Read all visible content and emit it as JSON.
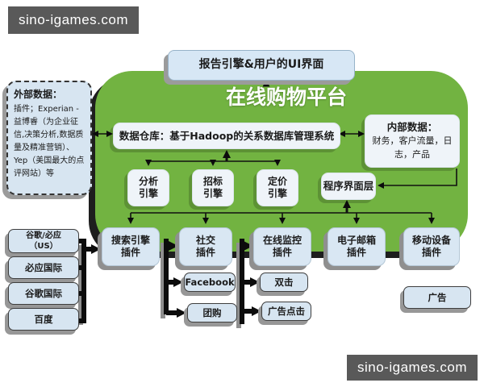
{
  "watermark": {
    "top": "sino-igames.com",
    "bottom": "sino-igames.com"
  },
  "colors": {
    "platform_green": "#72b341",
    "node_white": "#eff4f9",
    "node_blue": "#d7e5f1",
    "banner_gray": "#595959",
    "connector_black": "#0c0c0c"
  },
  "platform": {
    "title": "在线购物平台"
  },
  "nodes": {
    "report_ui": "报告引擎&用户的UI界面",
    "warehouse": "数据仓库：基于Hadoop的关系数据库管理系统",
    "external": {
      "title": "外部数据：",
      "body": "插件；Experian -益博睿（为企业征信,决策分析,数据质量及精准营销）、Yep（美国最大的点评网站）等"
    },
    "internal": {
      "title": "内部数据：",
      "body": "财务，客户流量，日志，产品"
    },
    "app_layer": "程序界面层",
    "engines": [
      {
        "l1": "分析",
        "l2": "引擎"
      },
      {
        "l1": "招标",
        "l2": "引擎"
      },
      {
        "l1": "定价",
        "l2": "引擎"
      }
    ],
    "plugins": [
      {
        "l1": "搜索引擎",
        "l2": "插件"
      },
      {
        "l1": "社交",
        "l2": "插件"
      },
      {
        "l1": "在线监控",
        "l2": "插件"
      },
      {
        "l1": "电子邮箱",
        "l2": "插件"
      },
      {
        "l1": "移动设备",
        "l2": "插件"
      }
    ],
    "search_sources": [
      {
        "l1": "谷歌/必应",
        "l2": "（US）"
      },
      {
        "l1": "必应国际",
        "l2": ""
      },
      {
        "l1": "谷歌国际",
        "l2": ""
      },
      {
        "l1": "百度",
        "l2": ""
      }
    ],
    "social_sites": [
      "Facebook",
      "团购"
    ],
    "monitor_items": [
      "双击",
      "广告点击"
    ],
    "ad": "广告"
  }
}
